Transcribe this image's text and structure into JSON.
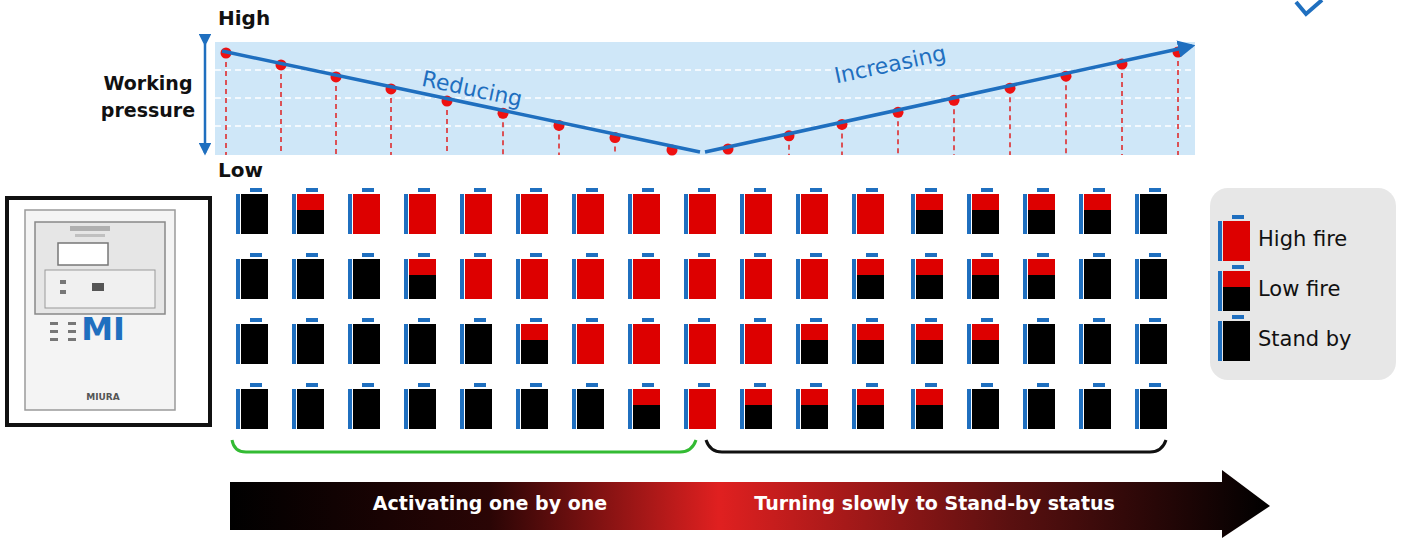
{
  "diagram": {
    "nodes": [
      {
        "text": [
          "MI",
          "MIURA"
        ]
      },
      {
        "text": [
          "Activating one by one",
          "Turning slowly to Stand-by status"
        ]
      }
    ],
    "labels": [
      "High",
      "Working pressure",
      "Low",
      "Reducing",
      "Increasing"
    ],
    "legend": [
      {
        "text": "High fire",
        "color": "#dd0000"
      },
      {
        "text": "Low fire"
      },
      {
        "text": "Stand by",
        "color": "#000000"
      }
    ]
  }
}
